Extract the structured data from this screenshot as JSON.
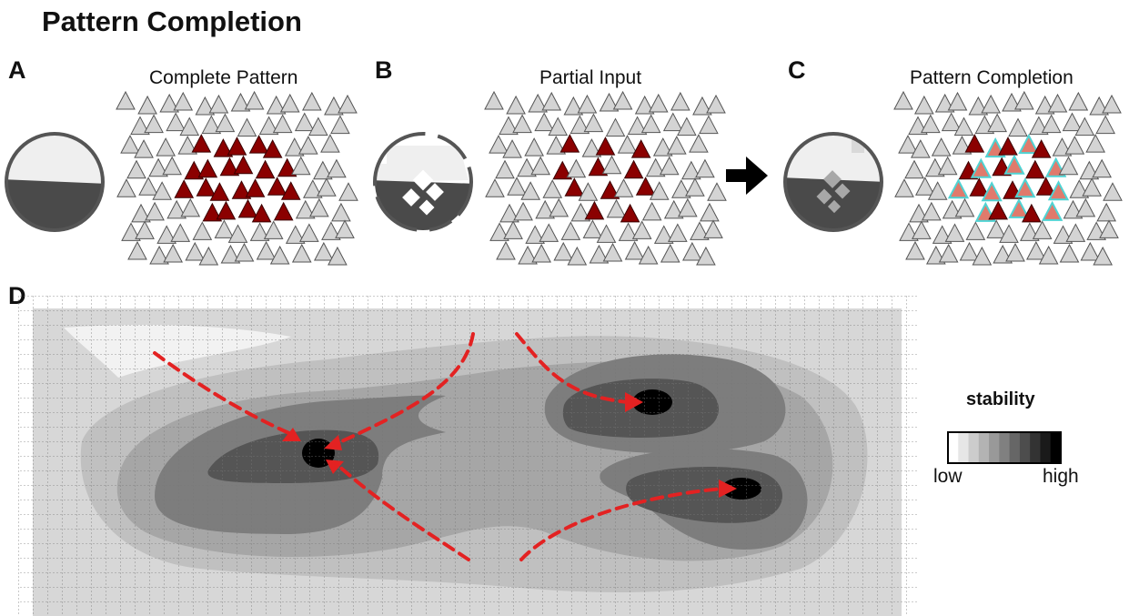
{
  "title": "Pattern Completion",
  "panels": {
    "a": {
      "label": "A",
      "title": "Complete Pattern"
    },
    "b": {
      "label": "B",
      "title": "Partial Input"
    },
    "c": {
      "label": "C",
      "title": "Pattern Completion"
    },
    "d": {
      "label": "D"
    }
  },
  "legend": {
    "title": "stability",
    "low": "low",
    "high": "high"
  },
  "colors": {
    "inactive_triangle": "#d4d4d4",
    "active_triangle": "#8b0000",
    "completed_triangle": "#e07a6c",
    "completed_outline": "#4fd3d3",
    "trajectory": "#e32222",
    "circle_dark": "#4a4a4a",
    "circle_light": "#efefef"
  }
}
